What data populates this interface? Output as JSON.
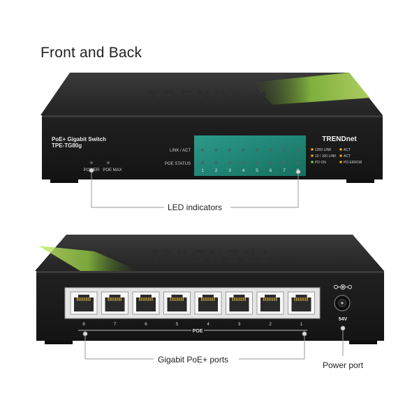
{
  "page": {
    "title": "Front and Back"
  },
  "front": {
    "brand": "TRENDnet",
    "product_line1": "PoE+ Gigabit Switch",
    "product_line2": "TPE-TG80g",
    "power_label": "POWER",
    "poe_max_label": "POE MAX",
    "link_act_label": "LINK / ACT",
    "poe_status_label": "POE STATUS",
    "port_numbers": [
      "1",
      "2",
      "3",
      "4",
      "5",
      "6",
      "7",
      "8"
    ],
    "legend": [
      "1000 LINK",
      "ACT",
      "10 / 100 LINK",
      "ACT",
      "PD ON",
      "PD ERROR"
    ]
  },
  "back": {
    "poe_label": "POE",
    "voltage": "54V",
    "port_numbers": [
      "8",
      "7",
      "6",
      "5",
      "4",
      "3",
      "2",
      "1"
    ]
  },
  "callouts": {
    "led": "LED indicators",
    "ports": "Gigabit PoE+ ports",
    "power": "Power port"
  },
  "colors": {
    "chassis": "#1c1c1c",
    "accent_green": "#8dc63f",
    "led_panel": "#1f8a7c",
    "led_amber": "#f4a11a",
    "led_green": "#7ecf3a"
  }
}
